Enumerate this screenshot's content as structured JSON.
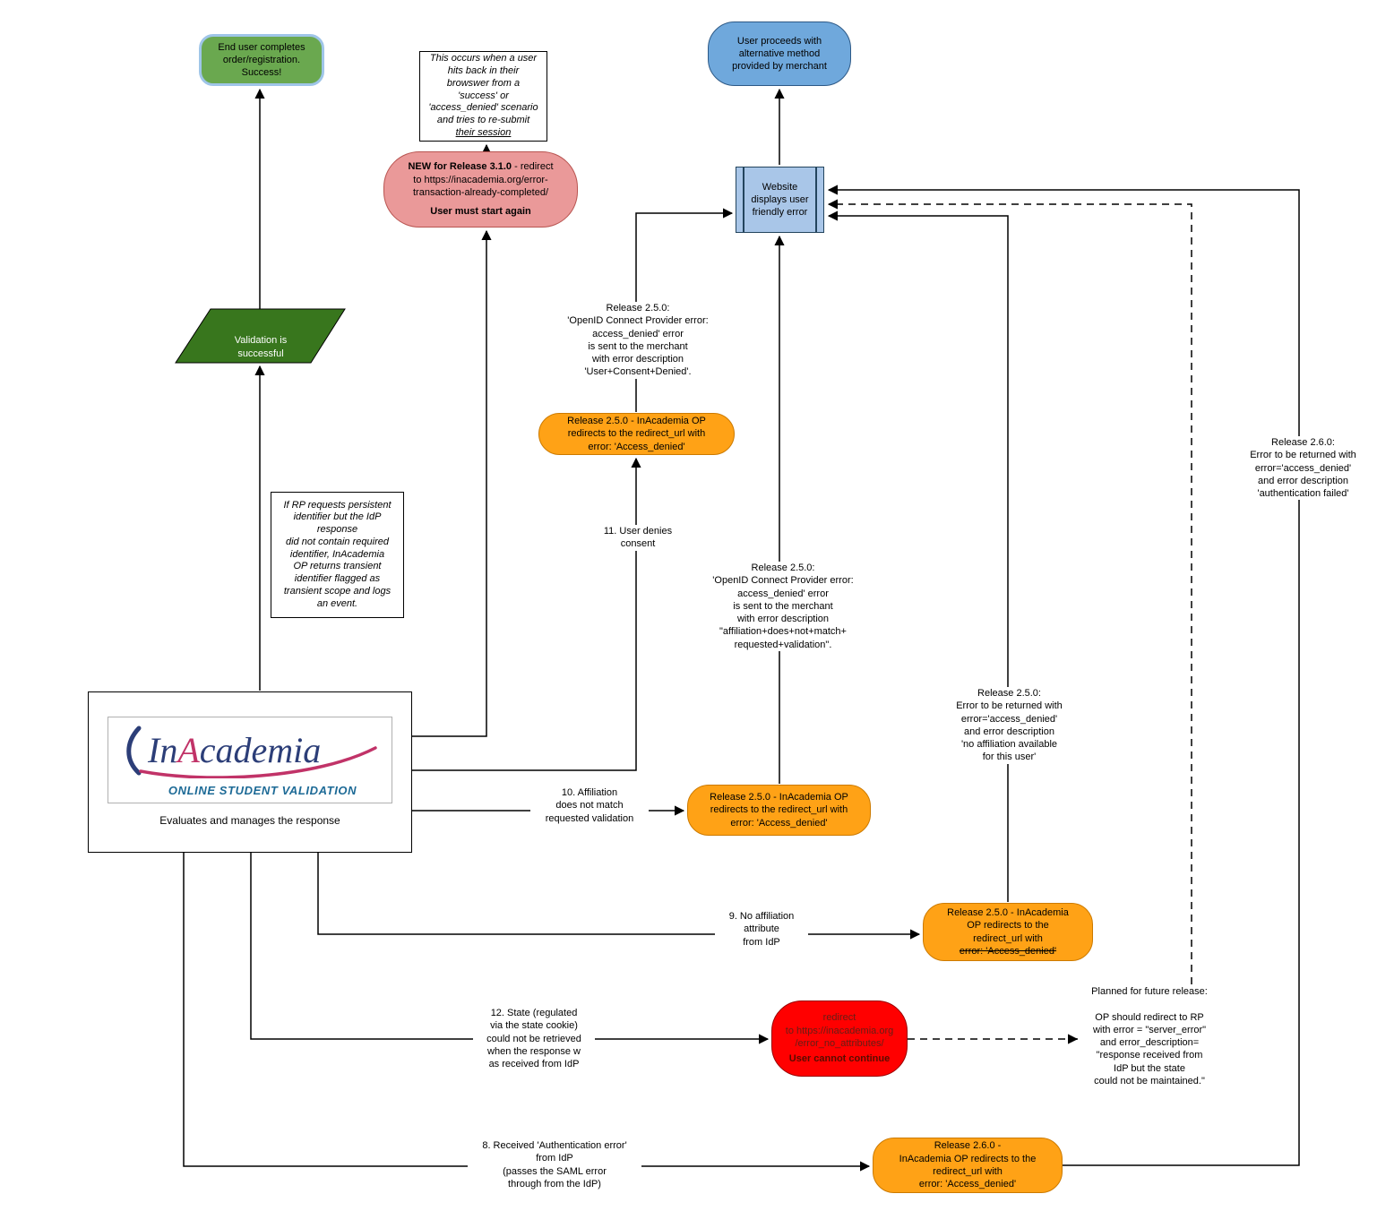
{
  "nodes": {
    "success": {
      "text": "End user completes\norder/registration.\nSuccess!"
    },
    "user_proceeds": {
      "text": "User proceeds with\nalternative method\nprovided by merchant"
    },
    "pink_restart": {
      "title": "NEW for Release 3.1.0",
      "body": " - redirect\nto https://inacademia.org/error-\ntransaction-already-completed/",
      "footer": "User must start again"
    },
    "website_error": {
      "text": "Website\ndisplays user\nfriendly error"
    },
    "validation": {
      "text": "Validation is\nsuccessful"
    },
    "inacademia": {
      "logo_in": "In",
      "logo_a": "A",
      "logo_rest": "cademia",
      "tagline": "ONLINE STUDENT VALIDATION",
      "caption": "Evaluates and manages the response"
    },
    "orange_consent": {
      "text": "Release 2.5.0 - InAcademia OP\nredirects to the redirect_url with\nerror: 'Access_denied'"
    },
    "orange_affiliation": {
      "text": "Release 2.5.0 - InAcademia OP\nredirects to the redirect_url with\nerror: 'Access_denied'"
    },
    "orange_noattr": {
      "text": "Release 2.5.0 - InAcademia\nOP redirects to the\nredirect_url with",
      "strike": "error: 'Access_denied'"
    },
    "orange_authfail": {
      "text": "Release 2.6.0 -\nInAcademia OP redirects to the\nredirect_url with\nerror: 'Access_denied'"
    },
    "red_state": {
      "body": "redirect\nto https://inacademia.org\n/error_no_attributes/",
      "footer": "User cannot continue"
    }
  },
  "notes": {
    "resubmit": {
      "body": "This occurs when a user\nhits back in their\nbrowswer from a\n'success' or\n'access_denied' scenario\nand tries to re-submit",
      "tail": "their session"
    },
    "rp_identifier": {
      "body": "If RP requests persistent\nidentifier but the IdP\nresponse\ndid not contain required\nidentifier, InAcademia\nOP returns transient\nidentifier flagged as\ntransient scope and logs\nan event."
    }
  },
  "labels": {
    "rel250_consent": "Release 2.5.0:\n'OpenID Connect Provider error:\naccess_denied' error\nis sent to the merchant\nwith error description\n'User+Consent+Denied'.",
    "step11": "11. User denies\nconsent",
    "rel250_affiliation": "Release 2.5.0:\n'OpenID Connect Provider error:\naccess_denied' error\nis sent to the merchant\nwith error description\n\"affiliation+does+not+match+\nrequested+validation\".",
    "step10": "10. Affiliation\ndoes not match\nrequested validation",
    "rel250_noaffil": "Release 2.5.0:\nError to be returned with\nerror='access_denied'\nand error description\n'no affiliation available\nfor this user'",
    "step9": "9. No affiliation\nattribute\nfrom IdP",
    "rel260_authfail": "Release 2.6.0:\nError to be returned with\nerror='access_denied'\nand error description\n'authentication failed'",
    "step12": "12. State (regulated\nvia the state cookie)\ncould not be retrieved\nwhen the response w\nas received from IdP",
    "planned": "Planned for future release:\n\nOP should redirect to RP\nwith error = \"server_error\"\nand error_description=\n\"response received from\nIdP but the state\ncould not be maintained.\"",
    "step8": "8. Received 'Authentication error'\nfrom IdP\n(passes the SAML error\nthrough from the IdP)"
  },
  "colors": {
    "success_green": "#6aa84f",
    "success_border_blue": "#9fc5e8",
    "merchant_blue": "#6fa8dc",
    "website_blue": "#a9c6e8",
    "restart_pink": "#ea9999",
    "op_orange": "#ffa216",
    "error_red": "#ff0000",
    "validation_green": "#38761d",
    "logo_navy": "#2c3e78",
    "logo_magenta": "#c13368"
  }
}
